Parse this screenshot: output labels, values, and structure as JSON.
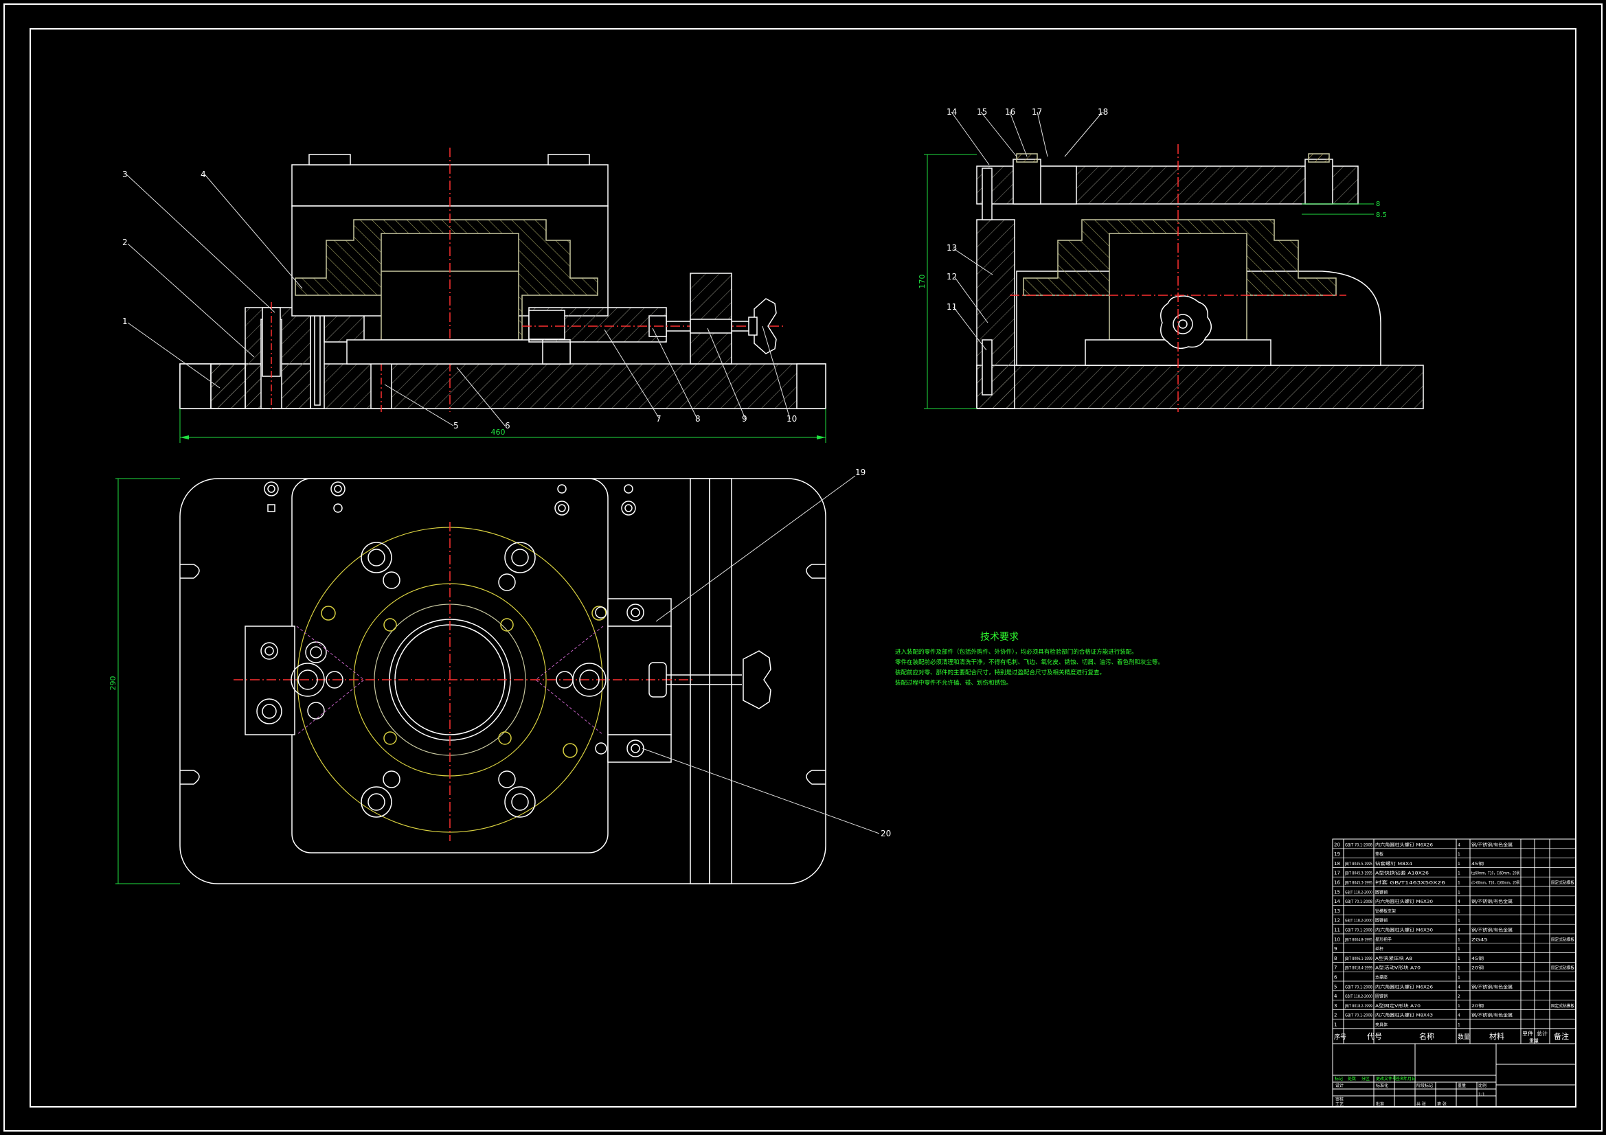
{
  "palette": {
    "background": "#000000",
    "outline": "#ffffff",
    "part_body": "#c8c8a0",
    "centerline": "#ff3030",
    "hatch": "#7a7a70",
    "leader": "#e0e0e0",
    "dimension": "#20e040",
    "note_text": "#30ff30",
    "construction": "#d8d040"
  },
  "front_view": {
    "balloons": [
      "1",
      "2",
      "3",
      "4",
      "5",
      "6",
      "7",
      "8",
      "9",
      "10"
    ],
    "overall_dim": "460"
  },
  "side_view": {
    "balloons": [
      "11",
      "12",
      "13",
      "14",
      "15",
      "16",
      "17",
      "18"
    ],
    "height_dim": "170",
    "small_dims": [
      "8",
      "8.5"
    ]
  },
  "top_view": {
    "balloons": [
      "19",
      "20"
    ],
    "height_dim": "290"
  },
  "tech_requirements": {
    "title": "技术要求",
    "lines": [
      "进入装配的零件及部件（包括外购件、外协件），均必须具有检验部门的合格证方能进行装配。",
      "零件在装配前必须清理和清洗干净，不得有毛刺、飞边、氧化皮、锈蚀、切屑、油污、着色剂和灰尘等。",
      "装配前应对零、部件的主要配合尺寸，特别是过盈配合尺寸及相关精度进行复查。",
      "装配过程中零件不允许磕、碰、划伤和锈蚀。"
    ]
  },
  "parts_list": {
    "rows": [
      [
        "20",
        "GB/T 70.1-2008",
        "内六角圆柱头螺钉 M6X26",
        "4",
        "钢/不锈钢/有色金属",
        ""
      ],
      [
        "19",
        "",
        "垫板",
        "1",
        "",
        ""
      ],
      [
        "18",
        "JB/T 8045.5-1995",
        "钻套螺钉 M8X4",
        "1",
        "45钢",
        ""
      ],
      [
        "17",
        "JB/T 8045.3-1995",
        "A型快换钻套 A18X26",
        "1",
        "t≤60mm，T10，C/60mm，20钢",
        ""
      ],
      [
        "16",
        "JB/T 8045.3-1995",
        "衬套 GB/T1463X50X26",
        "1",
        "d＞60mm，T10，C/60mm，20钢",
        "固定式钻模板"
      ],
      [
        "15",
        "GB/T 118.2-2000",
        "圆锥销",
        "1",
        "",
        ""
      ],
      [
        "14",
        "GB/T 70.1-2008",
        "内六角圆柱头螺钉 M6X30",
        "4",
        "钢/不锈钢/有色金属",
        ""
      ],
      [
        "13",
        "",
        "钻模板支架",
        "1",
        "",
        ""
      ],
      [
        "12",
        "GB/T 118.2-2000",
        "圆锥销",
        "1",
        "",
        ""
      ],
      [
        "11",
        "GB/T 70.1-2008",
        "内六角圆柱头螺钉 M6X30",
        "4",
        "钢/不锈钢/有色金属",
        ""
      ],
      [
        "10",
        "JB/T 8004.8-1995",
        "星形把手",
        "1",
        "ZG45",
        "固定式钻模板"
      ],
      [
        "9",
        "",
        "丝杆",
        "1",
        "",
        ""
      ],
      [
        "8",
        "JB/T 8006.1-1999",
        "A型夹紧压块 A8",
        "1",
        "45钢",
        ""
      ],
      [
        "7",
        "JB/T 8018.4-1999",
        "A型活动V形块 A70",
        "1",
        "20钢",
        "固定式钻模板"
      ],
      [
        "6",
        "",
        "支撑座",
        "1",
        "",
        ""
      ],
      [
        "5",
        "GB/T 70.1-2008",
        "内六角圆柱头螺钉 M6X26",
        "4",
        "钢/不锈钢/有色金属",
        ""
      ],
      [
        "4",
        "GB/T 118.2-2000",
        "圆锥销",
        "2",
        "",
        ""
      ],
      [
        "3",
        "JB/T 8018.2-1999",
        "A型固定V形块 A70",
        "1",
        "20钢",
        "固定式钻模板"
      ],
      [
        "2",
        "GB/T 70.1-2008",
        "内六角圆柱头螺钉 M8X43",
        "4",
        "钢/不锈钢/有色金属",
        ""
      ],
      [
        "1",
        "",
        "夹具体",
        "1",
        "",
        ""
      ]
    ],
    "header": [
      "序号",
      "代号",
      "名称",
      "数量",
      "材料",
      "单件",
      "总计",
      "重量",
      "备注"
    ]
  },
  "title_block": {
    "labels": [
      "标记",
      "处数",
      "分区",
      "更改文件号",
      "签名",
      "年月日",
      "设计",
      "标准化",
      "阶段标记",
      "重量",
      "比例",
      "审核",
      "工艺",
      "批准",
      "共 张",
      "第 张",
      "1:1"
    ]
  }
}
